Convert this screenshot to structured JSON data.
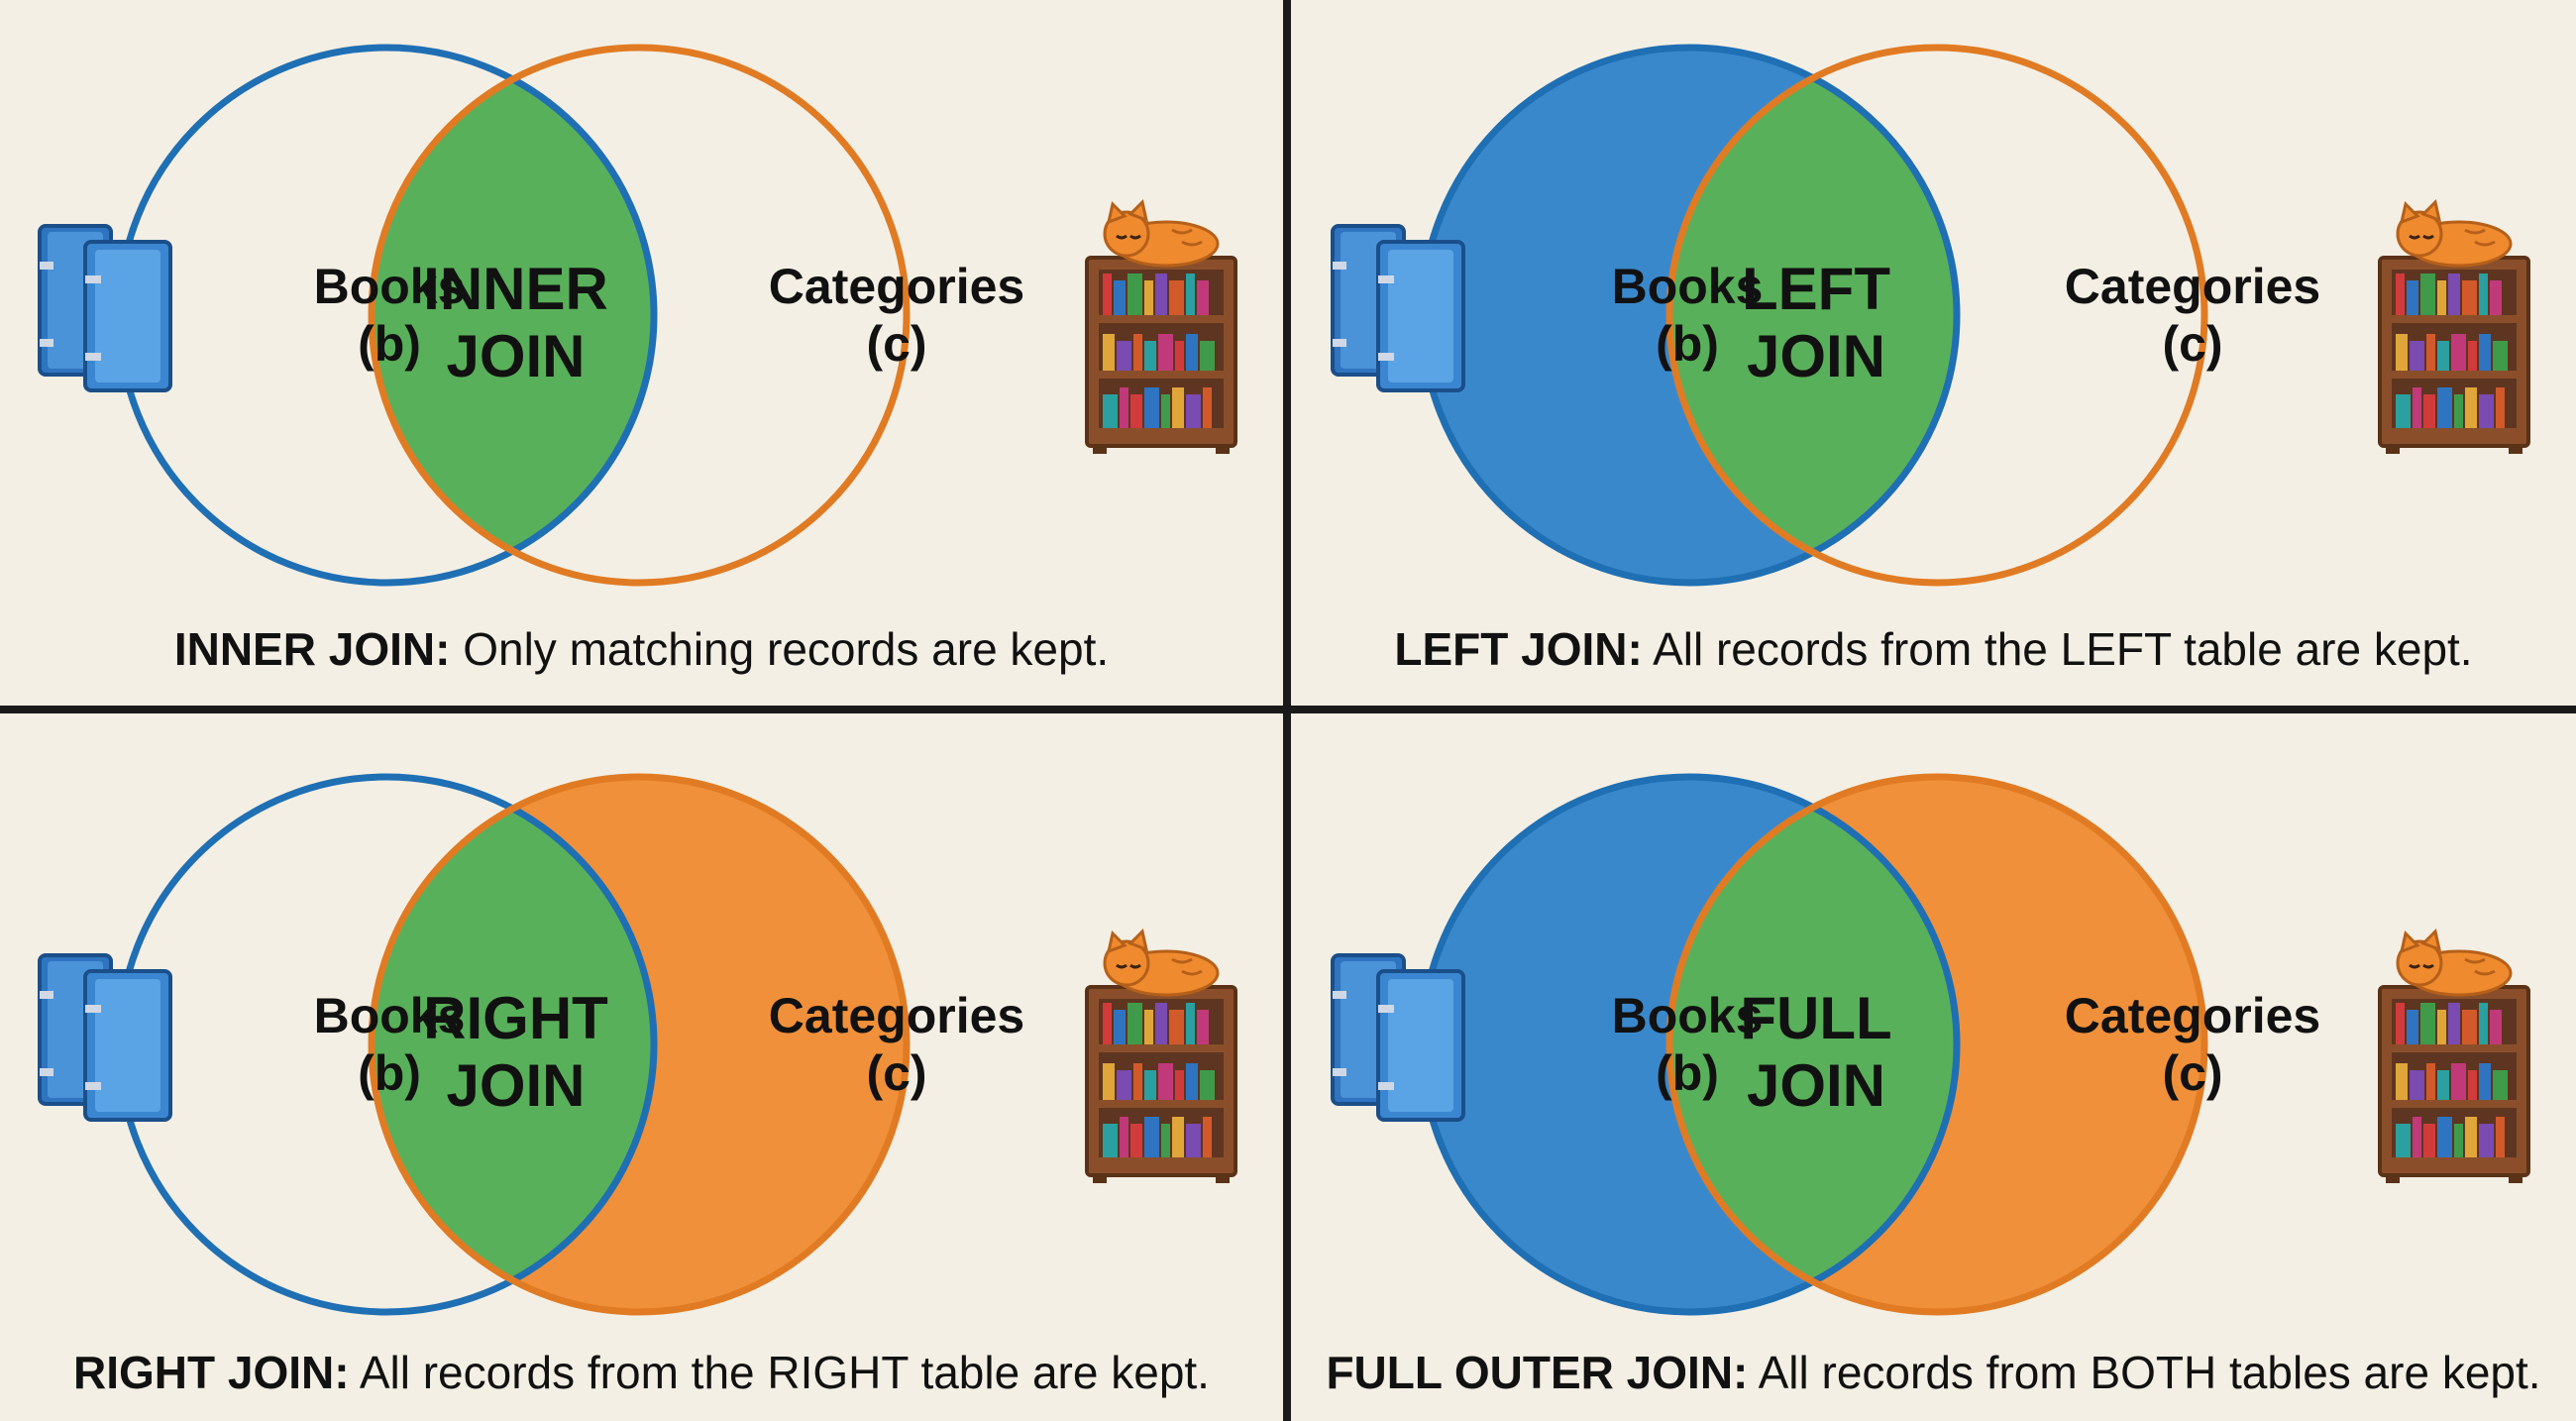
{
  "colors": {
    "background": "#f4efe4",
    "books_blue": "#3a88cc",
    "books_stroke": "#1f6fb4",
    "categories_orange": "#f0903a",
    "categories_stroke": "#e07b24",
    "intersection_green": "#59b05a",
    "divider": "#1a1a1a"
  },
  "panels": [
    {
      "join": "inner",
      "left_label": "Books",
      "left_sub": "(b)",
      "right_label": "Categories",
      "right_sub": "(c)",
      "center_line1": "INNER",
      "center_line2": "JOIN",
      "caption_bold": "INNER JOIN:",
      "caption_text": " Only matching records are kept.",
      "fill_left": false,
      "fill_right": false,
      "icons": [
        "books-icon",
        "bookshelf-with-cat-icon"
      ]
    },
    {
      "join": "left",
      "left_label": "Books",
      "left_sub": "(b)",
      "right_label": "Categories",
      "right_sub": "(c)",
      "center_line1": "LEFT",
      "center_line2": "JOIN",
      "caption_bold": "LEFT JOIN:",
      "caption_text": " All records from the LEFT table are kept.",
      "fill_left": true,
      "fill_right": false,
      "icons": [
        "books-icon",
        "bookshelf-with-cat-icon"
      ]
    },
    {
      "join": "right",
      "left_label": "Books",
      "left_sub": "(b)",
      "right_label": "Categories",
      "right_sub": "(c)",
      "center_line1": "RIGHT",
      "center_line2": "JOIN",
      "caption_bold": "RIGHT JOIN:",
      "caption_text": " All records from the RIGHT table are kept.",
      "fill_left": false,
      "fill_right": true,
      "icons": [
        "books-icon",
        "bookshelf-with-cat-icon"
      ]
    },
    {
      "join": "full",
      "left_label": "Books",
      "left_sub": "(b)",
      "right_label": "Categories",
      "right_sub": "(c)",
      "center_line1": "FULL",
      "center_line2": "JOIN",
      "caption_bold": "FULL OUTER JOIN:",
      "caption_text": " All records from BOTH tables are kept.",
      "fill_left": true,
      "fill_right": true,
      "icons": [
        "books-icon",
        "bookshelf-with-cat-icon"
      ]
    }
  ]
}
